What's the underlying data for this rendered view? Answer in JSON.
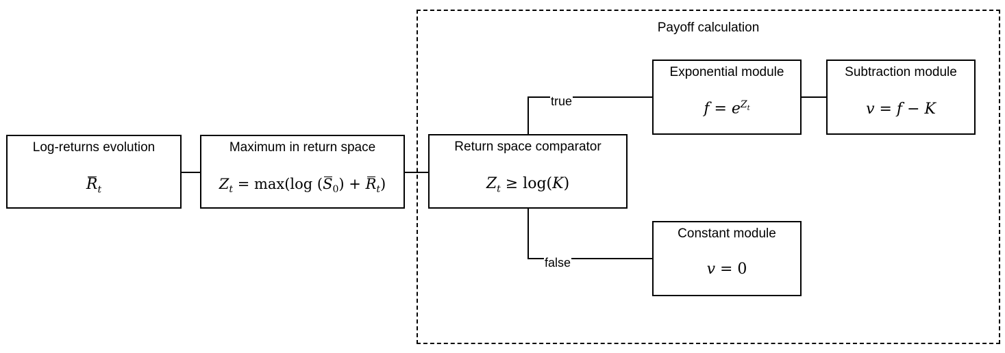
{
  "group": {
    "title": "Payoff calculation"
  },
  "nodes": {
    "log_returns": {
      "title": "Log-returns evolution",
      "formula": "R̄_t"
    },
    "maximum": {
      "title": "Maximum in return space",
      "formula": "Z_t = max(log (S̄_0) + R̄_t)"
    },
    "comparator": {
      "title": "Return space comparator",
      "formula": "Z_t ≥ log(K)"
    },
    "exponential": {
      "title": "Exponential module",
      "formula": "f = e^{Z_t}"
    },
    "subtraction": {
      "title": "Subtraction module",
      "formula": "v = f − K"
    },
    "constant": {
      "title": "Constant module",
      "formula": "v = 0"
    }
  },
  "edges": {
    "true_label": "true",
    "false_label": "false"
  }
}
